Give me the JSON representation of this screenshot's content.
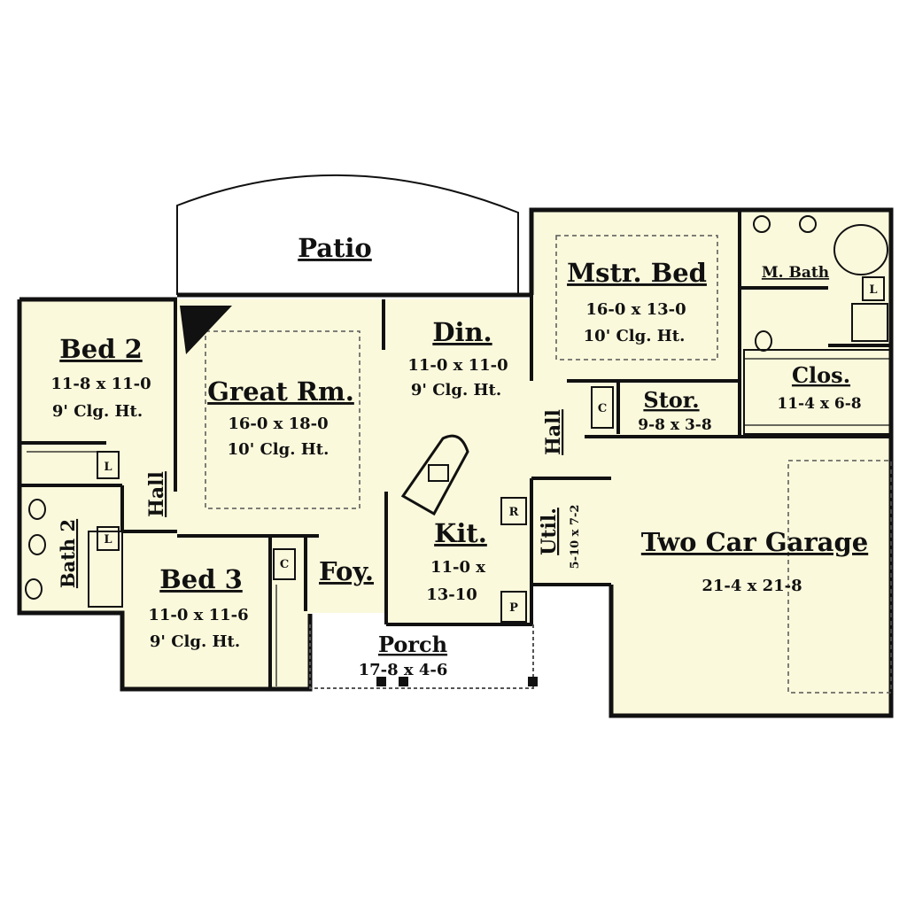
{
  "colors": {
    "floor": "#fbf9dc",
    "wall": "#111111",
    "background": "#ffffff",
    "dash": "#555555"
  },
  "rooms": {
    "patio": {
      "name": "Patio"
    },
    "bed2": {
      "name": "Bed 2",
      "size": "11-8 x 11-0",
      "ceiling": "9' Clg. Ht."
    },
    "great_room": {
      "name": "Great Rm.",
      "size": "16-0 x 18-0",
      "ceiling": "10' Clg. Ht."
    },
    "dining": {
      "name": "Din.",
      "size": "11-0 x 11-0",
      "ceiling": "9' Clg. Ht."
    },
    "master_bed": {
      "name": "Mstr. Bed",
      "size": "16-0 x 13-0",
      "ceiling": "10' Clg. Ht."
    },
    "master_bath": {
      "name": "M. Bath"
    },
    "closet": {
      "name": "Clos.",
      "size": "11-4 x 6-8"
    },
    "storage": {
      "name": "Stor.",
      "size": "9-8 x 3-8"
    },
    "hall_right": {
      "name": "Hall"
    },
    "hall_left": {
      "name": "Hall"
    },
    "kitchen": {
      "name": "Kit.",
      "size_line1": "11-0 x",
      "size_line2": "13-10"
    },
    "utility": {
      "name": "Util.",
      "size": "5-10 x 7-2"
    },
    "garage": {
      "name": "Two Car Garage",
      "size": "21-4 x 21-8"
    },
    "bath2": {
      "name": "Bath 2"
    },
    "bed3": {
      "name": "Bed 3",
      "size": "11-0 x 11-6",
      "ceiling": "9' Clg. Ht."
    },
    "foyer": {
      "name": "Foy."
    },
    "porch": {
      "name": "Porch",
      "size": "17-8 x 4-6"
    }
  },
  "markers": {
    "linen_bed2": "L",
    "linen_bath2": "L",
    "linen_mbath": "L",
    "closet_bed3": "C",
    "closet_hall": "C",
    "refrigerator": "R",
    "pantry": "P"
  }
}
